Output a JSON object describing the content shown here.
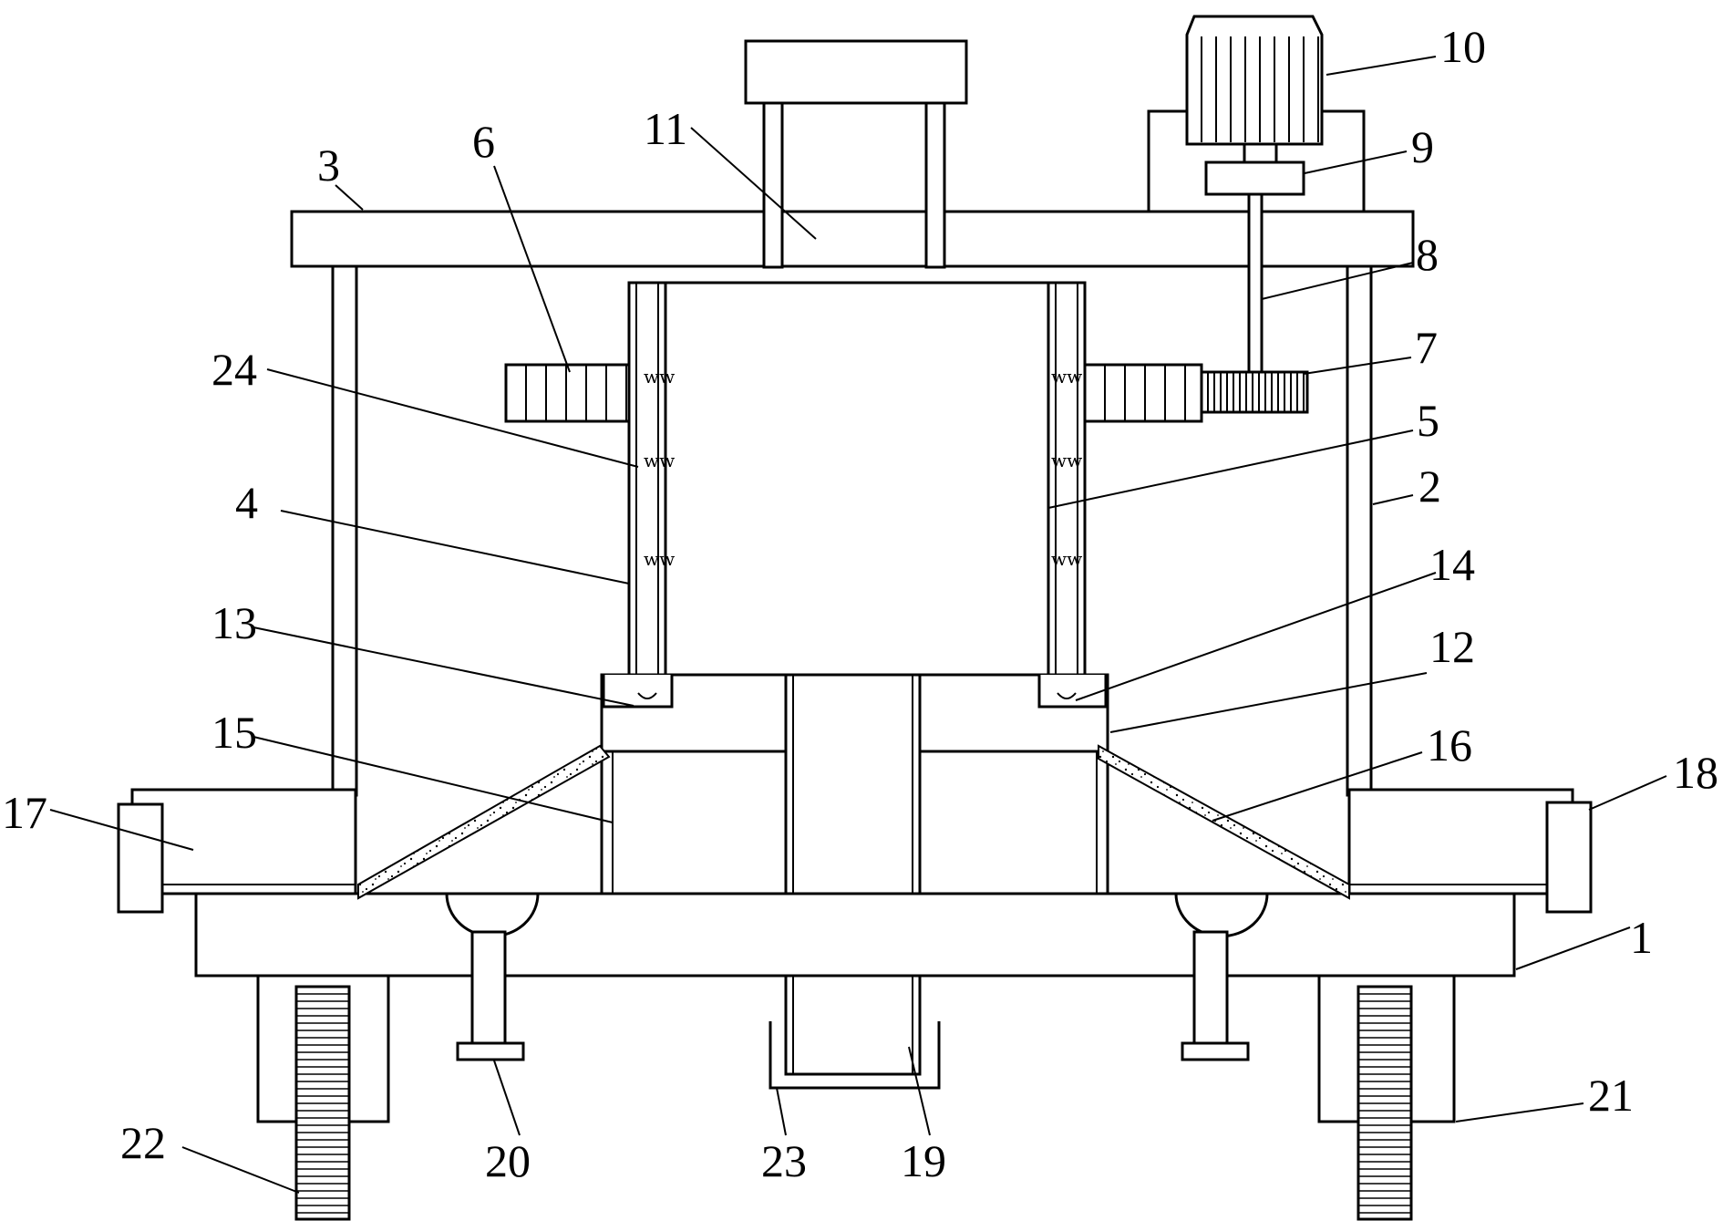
{
  "callouts": [
    {
      "id": "1",
      "label": "1"
    },
    {
      "id": "2",
      "label": "2"
    },
    {
      "id": "3",
      "label": "3"
    },
    {
      "id": "4",
      "label": "4"
    },
    {
      "id": "5",
      "label": "5"
    },
    {
      "id": "6",
      "label": "6"
    },
    {
      "id": "7",
      "label": "7"
    },
    {
      "id": "8",
      "label": "8"
    },
    {
      "id": "9",
      "label": "9"
    },
    {
      "id": "10",
      "label": "10"
    },
    {
      "id": "11",
      "label": "11"
    },
    {
      "id": "12",
      "label": "12"
    },
    {
      "id": "13",
      "label": "13"
    },
    {
      "id": "14",
      "label": "14"
    },
    {
      "id": "15",
      "label": "15"
    },
    {
      "id": "16",
      "label": "16"
    },
    {
      "id": "17",
      "label": "17"
    },
    {
      "id": "18",
      "label": "18"
    },
    {
      "id": "19",
      "label": "19"
    },
    {
      "id": "20",
      "label": "20"
    },
    {
      "id": "21",
      "label": "21"
    },
    {
      "id": "22",
      "label": "22"
    },
    {
      "id": "23",
      "label": "23"
    },
    {
      "id": "24",
      "label": "24"
    }
  ],
  "colors": {
    "line": "#000000",
    "background": "#ffffff"
  }
}
